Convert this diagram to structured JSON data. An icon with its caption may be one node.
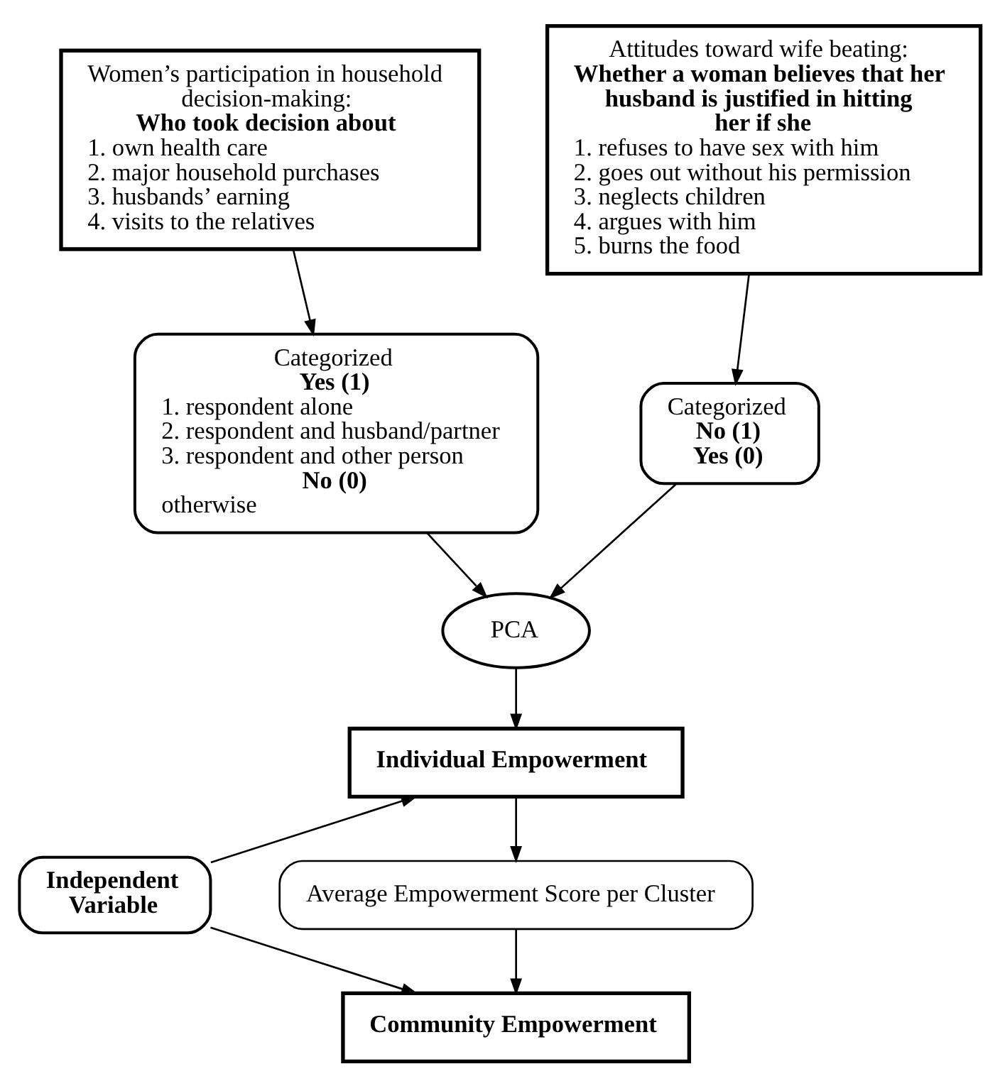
{
  "diagram": {
    "nodes": [
      {
        "text": [
          "Women’s participation in household decision-making:",
          "Who took decision about",
          "1. own health care",
          "2. major household purchases",
          "3. husbands’ earning",
          "4. visits to the relatives"
        ]
      },
      {
        "text": [
          "Attitudes toward wife beating:",
          "Whether a woman believes that her husband is justified in hitting her if she",
          "1. refuses to have sex with him",
          "2. goes out without his permission",
          "3. neglects children",
          "4. argues with him",
          "5. burns the food"
        ]
      },
      {
        "text": [
          "Categorized",
          "Yes (1)",
          "1. respondent alone",
          "2. respondent and husband/partner",
          "3. respondent and other person",
          "No (0)",
          "otherwise"
        ]
      },
      {
        "text": [
          "Categorized",
          "No (1)",
          "Yes (0)"
        ]
      },
      {
        "text": [
          "PCA"
        ]
      },
      {
        "text": [
          "Independent Variable"
        ]
      },
      {
        "text": [
          "Individual Empowerment"
        ]
      },
      {
        "text": [
          "Average Empowerment Score per Cluster"
        ]
      },
      {
        "text": [
          "Community Empowerment"
        ]
      }
    ],
    "edges": [
      {
        "from": 0,
        "to": 2,
        "arrow": "to"
      },
      {
        "from": 1,
        "to": 3,
        "arrow": "to"
      },
      {
        "from": 2,
        "to": 4,
        "arrow": "to"
      },
      {
        "from": 3,
        "to": 4,
        "arrow": "to"
      },
      {
        "from": 4,
        "to": 6,
        "arrow": "to"
      },
      {
        "from": 5,
        "to": 6,
        "arrow": "to"
      },
      {
        "from": 6,
        "to": 7,
        "arrow": "to"
      },
      {
        "from": 7,
        "to": 8,
        "arrow": "to"
      },
      {
        "from": 5,
        "to": 8,
        "arrow": "to"
      }
    ]
  }
}
